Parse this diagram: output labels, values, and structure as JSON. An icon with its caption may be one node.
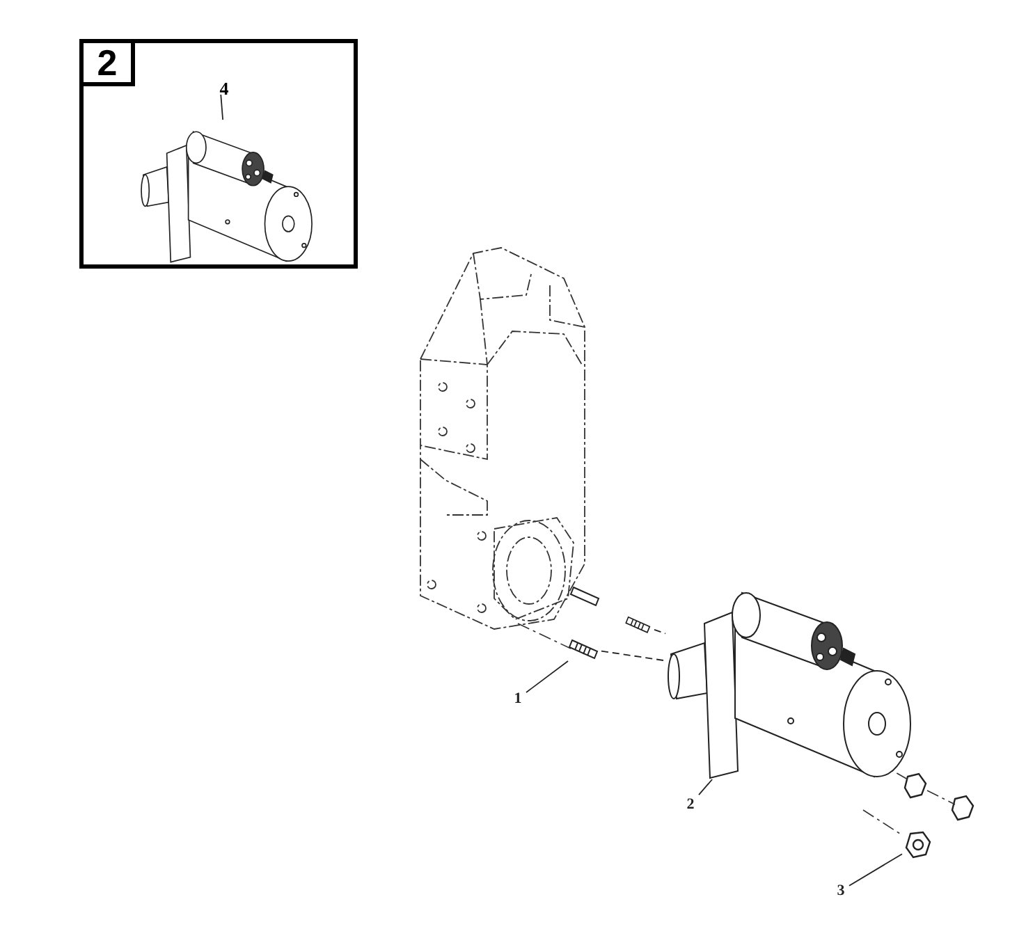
{
  "diagram": {
    "nodes": [
      {
        "text": [
          "2"
        ]
      },
      {
        "text": [
          "4"
        ],
        "in": 0
      },
      {
        "text": [],
        "shape": "picture",
        "in": 0
      },
      {
        "text": [
          "1"
        ]
      },
      {
        "text": [],
        "shape": "picture"
      },
      {
        "text": [
          "2"
        ]
      },
      {
        "text": [],
        "shape": "picture"
      },
      {
        "text": [
          "3"
        ]
      },
      {
        "text": [],
        "shape": "picture"
      },
      {
        "text": [],
        "shape": "picture"
      }
    ],
    "edges": [
      {
        "from": 1,
        "to": 2,
        "arrow": "none"
      },
      {
        "from": 3,
        "to": 4,
        "arrow": "none"
      },
      {
        "from": 5,
        "to": 6,
        "arrow": "none"
      },
      {
        "from": 7,
        "to": 8,
        "arrow": "none"
      },
      {
        "from": 4,
        "to": 6,
        "arrow": "none",
        "style": "dashed"
      },
      {
        "from": 9,
        "to": 6,
        "arrow": "none",
        "style": "dashed"
      }
    ]
  }
}
